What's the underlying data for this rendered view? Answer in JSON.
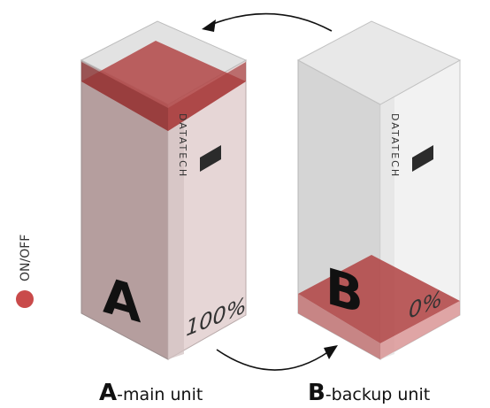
{
  "units": [
    {
      "letter": "A",
      "brand": "DATATECH",
      "level_text": "100%",
      "level_fraction": 1.0
    },
    {
      "letter": "B",
      "brand": "DATATECH",
      "level_text": "0%",
      "level_fraction": 0.0
    }
  ],
  "captions": [
    {
      "letter": "A",
      "label": "-main unit"
    },
    {
      "letter": "B",
      "label": "-backup unit"
    }
  ],
  "legend": {
    "label": "ON/OFF",
    "color": "#c94a4a"
  },
  "colors": {
    "accent": "#b33a3a",
    "fill": "#c76a6a",
    "glass": "#d9d9d9"
  }
}
